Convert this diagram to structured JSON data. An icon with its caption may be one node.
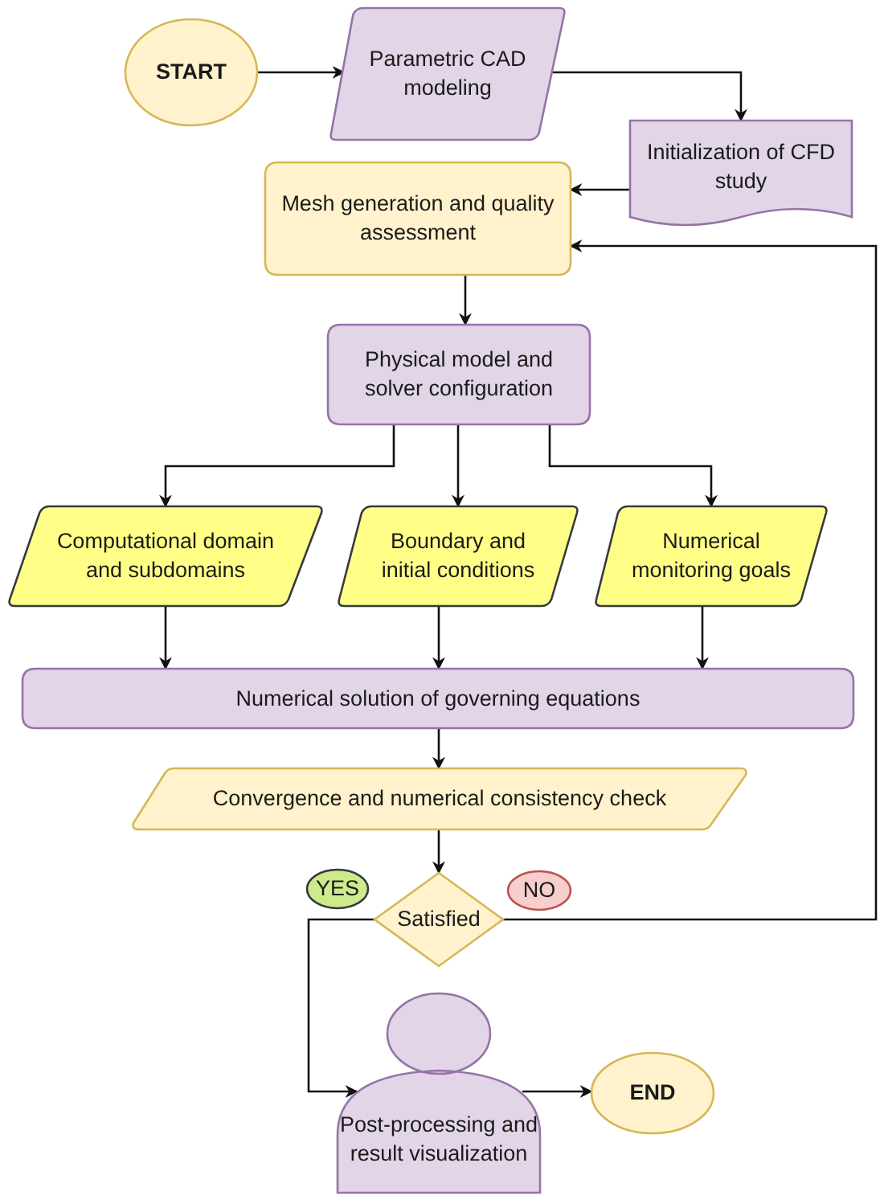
{
  "diagram": {
    "nodes": [
      {
        "text": [
          "START"
        ]
      },
      {
        "text": [
          "Parametric CAD modeling"
        ]
      },
      {
        "text": [
          "Initialization of CFD study"
        ]
      },
      {
        "text": [
          "Mesh generation and quality assessment"
        ]
      },
      {
        "text": [
          "Physical model and solver configuration"
        ]
      },
      {
        "text": [
          "Computational domain and subdomains"
        ]
      },
      {
        "text": [
          "Boundary and initial conditions"
        ]
      },
      {
        "text": [
          "Numerical monitoring goals"
        ]
      },
      {
        "text": [
          "Numerical solution of governing equations"
        ]
      },
      {
        "text": [
          "Convergence and numerical consistency check"
        ]
      },
      {
        "text": [
          "YES"
        ]
      },
      {
        "text": [
          "Satisfied"
        ]
      },
      {
        "text": [
          "NO"
        ]
      },
      {
        "text": [
          "Post-processing and result visualization"
        ]
      },
      {
        "text": [
          "END"
        ]
      }
    ],
    "edges": [
      {
        "from": 0,
        "to": 1,
        "arrow": "to"
      },
      {
        "from": 1,
        "to": 2,
        "arrow": "to"
      },
      {
        "from": 2,
        "to": 3,
        "arrow": "to"
      },
      {
        "from": 3,
        "to": 4,
        "arrow": "to"
      },
      {
        "from": 4,
        "to": 5,
        "arrow": "to"
      },
      {
        "from": 4,
        "to": 6,
        "arrow": "to"
      },
      {
        "from": 4,
        "to": 7,
        "arrow": "to"
      },
      {
        "from": 5,
        "to": 8,
        "arrow": "to"
      },
      {
        "from": 6,
        "to": 8,
        "arrow": "to"
      },
      {
        "from": 7,
        "to": 8,
        "arrow": "to"
      },
      {
        "from": 8,
        "to": 9,
        "arrow": "to"
      },
      {
        "from": 9,
        "to": 11,
        "arrow": "to"
      },
      {
        "from": 11,
        "to": 13,
        "arrow": "to"
      },
      {
        "from": 11,
        "to": 3,
        "arrow": "to"
      },
      {
        "from": 13,
        "to": 14,
        "arrow": "to"
      }
    ]
  }
}
